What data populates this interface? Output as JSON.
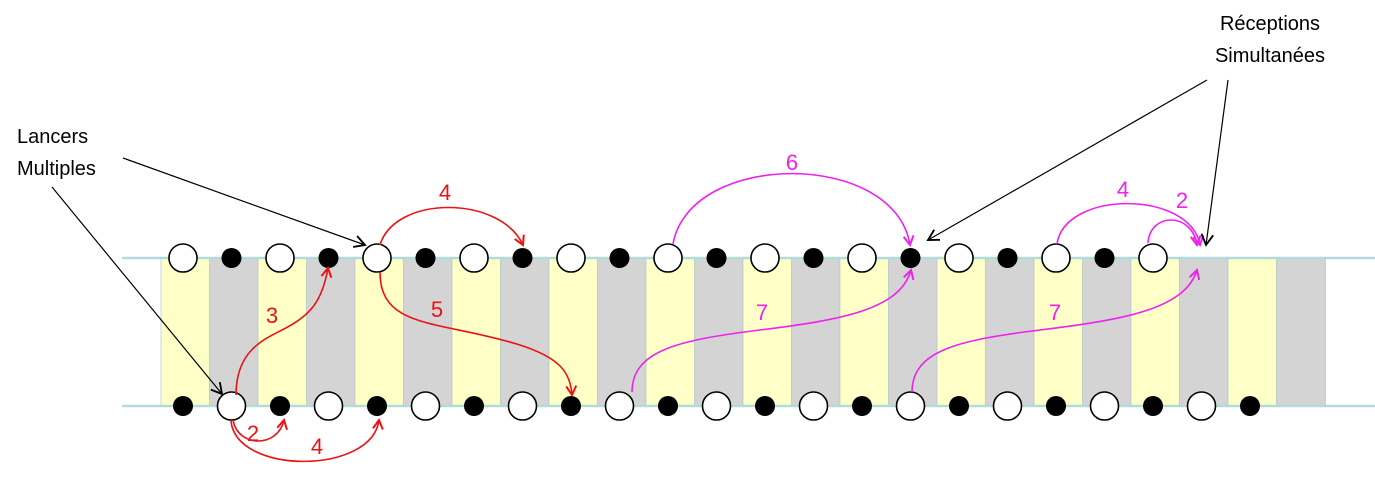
{
  "annotations": {
    "multiplex": [
      "Lancers",
      "Multiples"
    ],
    "squeeze": [
      "Réceptions",
      "Simultanées"
    ]
  },
  "colors": {
    "band_a": "#ffffc8",
    "band_b": "#d4d4d4",
    "rail": "#b2dcdc",
    "red": "#ee1111",
    "magenta": "#ee22ee",
    "black": "#000000"
  },
  "throws": [
    {
      "label": "4",
      "color": "red"
    },
    {
      "label": "5",
      "color": "red"
    },
    {
      "label": "3",
      "color": "red"
    },
    {
      "label": "2",
      "color": "red"
    },
    {
      "label": "4",
      "color": "red"
    },
    {
      "label": "6",
      "color": "magenta"
    },
    {
      "label": "7",
      "color": "magenta"
    },
    {
      "label": "7",
      "color": "magenta"
    },
    {
      "label": "4",
      "color": "magenta"
    },
    {
      "label": "2",
      "color": "magenta"
    }
  ]
}
